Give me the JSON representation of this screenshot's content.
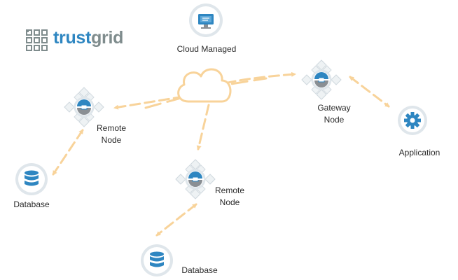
{
  "logo": {
    "part1": "trust",
    "part2": "grid",
    "color1": "#2e86c1",
    "color2": "#7f8c8d"
  },
  "nodes": {
    "cloud_managed": {
      "label": "Cloud Managed",
      "icon": "monitor-icon"
    },
    "gateway": {
      "line1": "Gateway",
      "line2": "Node",
      "icon": "gateway-node-icon"
    },
    "application": {
      "label": "Application",
      "icon": "gear-icon"
    },
    "remote_left": {
      "line1": "Remote",
      "line2": "Node",
      "icon": "remote-node-icon"
    },
    "remote_center": {
      "line1": "Remote",
      "line2": "Node",
      "icon": "remote-node-icon"
    },
    "database_left": {
      "label": "Database",
      "icon": "database-icon"
    },
    "database_bottom": {
      "label": "Database",
      "icon": "database-icon"
    }
  },
  "colors": {
    "connection": "#f8d39a",
    "icon_blue": "#2e86c1",
    "icon_ring": "#dfe6eb",
    "node_gray": "#8a8f94"
  }
}
